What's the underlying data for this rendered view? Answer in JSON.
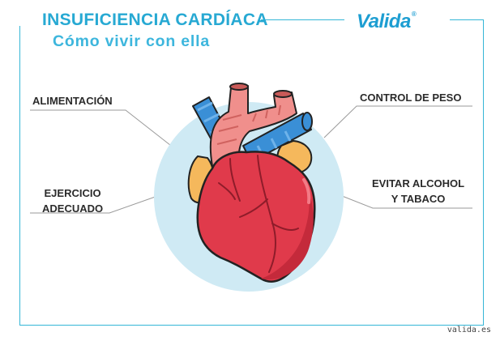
{
  "header": {
    "title": "INSUFICIENCIA CARDÍACA",
    "subtitle": "Cómo vivir con ella"
  },
  "brand": {
    "logo_text": "Valida",
    "logo_mark": "®",
    "color": "#1d9ed2"
  },
  "labels": {
    "left_top": "ALIMENTACIÓN",
    "left_bottom": [
      "EJERCICIO",
      "ADECUADO"
    ],
    "right_top": "CONTROL DE PESO",
    "right_bottom": [
      "EVITAR ALCOHOL",
      "Y TABACO"
    ]
  },
  "illustration": {
    "icon": "heart-icon",
    "colors": {
      "circle": "#cfeaf4",
      "heart": "#e03a4b",
      "heart_shade": "#c42a3b",
      "aorta": "#f08f8c",
      "vein": "#3a8fd6",
      "atrium": "#f5b85c"
    }
  },
  "footer": {
    "site": "valida.es"
  }
}
